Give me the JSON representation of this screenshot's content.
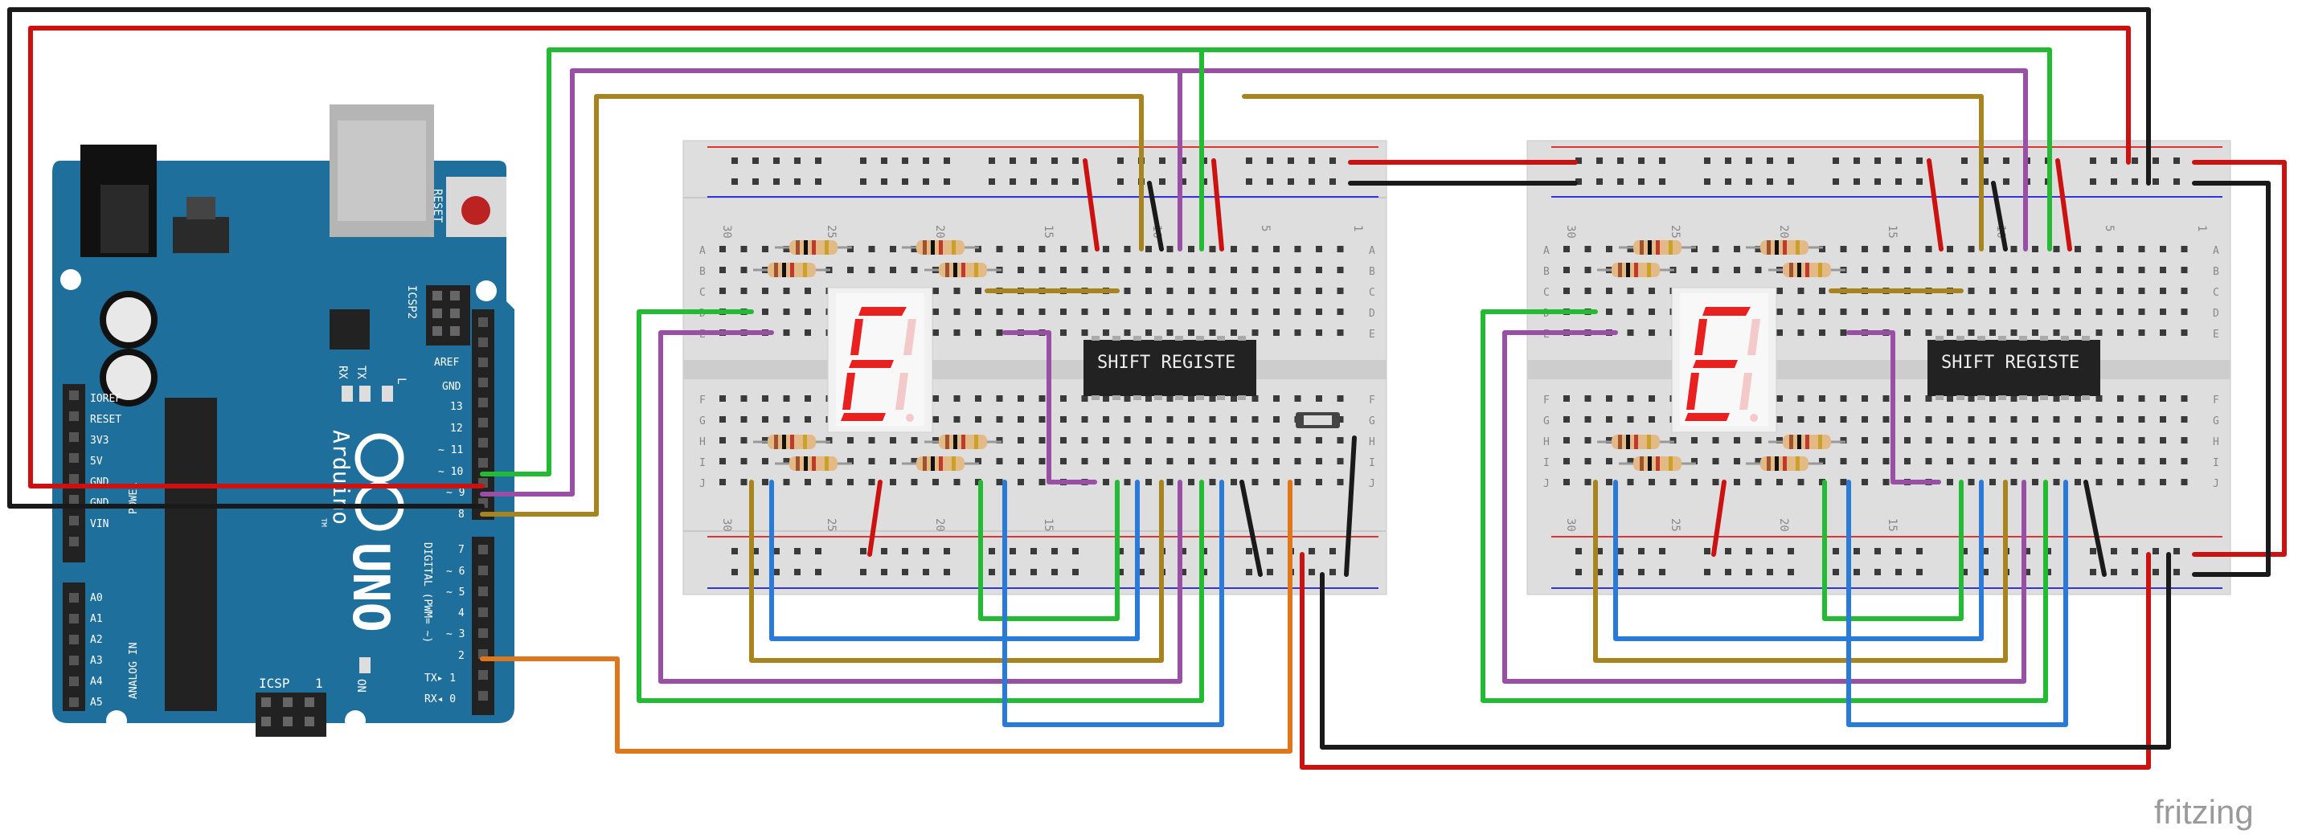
{
  "arduino": {
    "reset_label": "RESET",
    "icsp2_label": "ICSP2",
    "icsp_label": "ICSP",
    "brand": "Arduino",
    "model": "UNO",
    "tm": "TM",
    "led_labels": [
      "L",
      "TX",
      "RX"
    ],
    "on_label": "ON",
    "digital_label": "DIGITAL (PWM= ~)",
    "power_label": "POWER",
    "analog_label": "ANALOG IN",
    "power_pins": [
      "IOREF",
      "RESET",
      "3V3",
      "5V",
      "GND",
      "GND",
      "VIN"
    ],
    "analog_pins": [
      "A0",
      "A1",
      "A2",
      "A3",
      "A4",
      "A5"
    ],
    "digital_top": [
      "AREF",
      "GND",
      "13",
      "12",
      "~ 11",
      "~ 10",
      "~ 9",
      "8"
    ],
    "digital_bottom": [
      "7",
      "~ 6",
      "~ 5",
      "4",
      "~ 3",
      "2",
      "TX▸ 1",
      "RX◂ 0"
    ],
    "icsp_num": "1"
  },
  "breadboards": [
    {
      "chip_label": "SHIFT REGISTE",
      "col_labels": [
        "30",
        "25",
        "20",
        "15",
        "10",
        "5",
        "1"
      ],
      "row_labels_top": [
        "A",
        "B",
        "C",
        "D",
        "E"
      ],
      "row_labels_bottom": [
        "F",
        "G",
        "H",
        "I",
        "J"
      ],
      "display_digit": "E"
    },
    {
      "chip_label": "SHIFT REGISTE",
      "col_labels": [
        "30",
        "25",
        "20",
        "15",
        "10",
        "5",
        "1"
      ],
      "row_labels_top": [
        "A",
        "B",
        "C",
        "D",
        "E"
      ],
      "row_labels_bottom": [
        "F",
        "G",
        "H",
        "I",
        "J"
      ],
      "display_digit": "E"
    }
  ],
  "wire_colors": {
    "red": "#cc1111",
    "black": "#1a1a1a",
    "green": "#22bb33",
    "purple": "#9a4fa6",
    "brown": "#a8841f",
    "blue": "#2a7ad9",
    "orange": "#e0761a"
  },
  "board_color": "#1f6f9c",
  "footer": {
    "brand": "fritzing"
  }
}
